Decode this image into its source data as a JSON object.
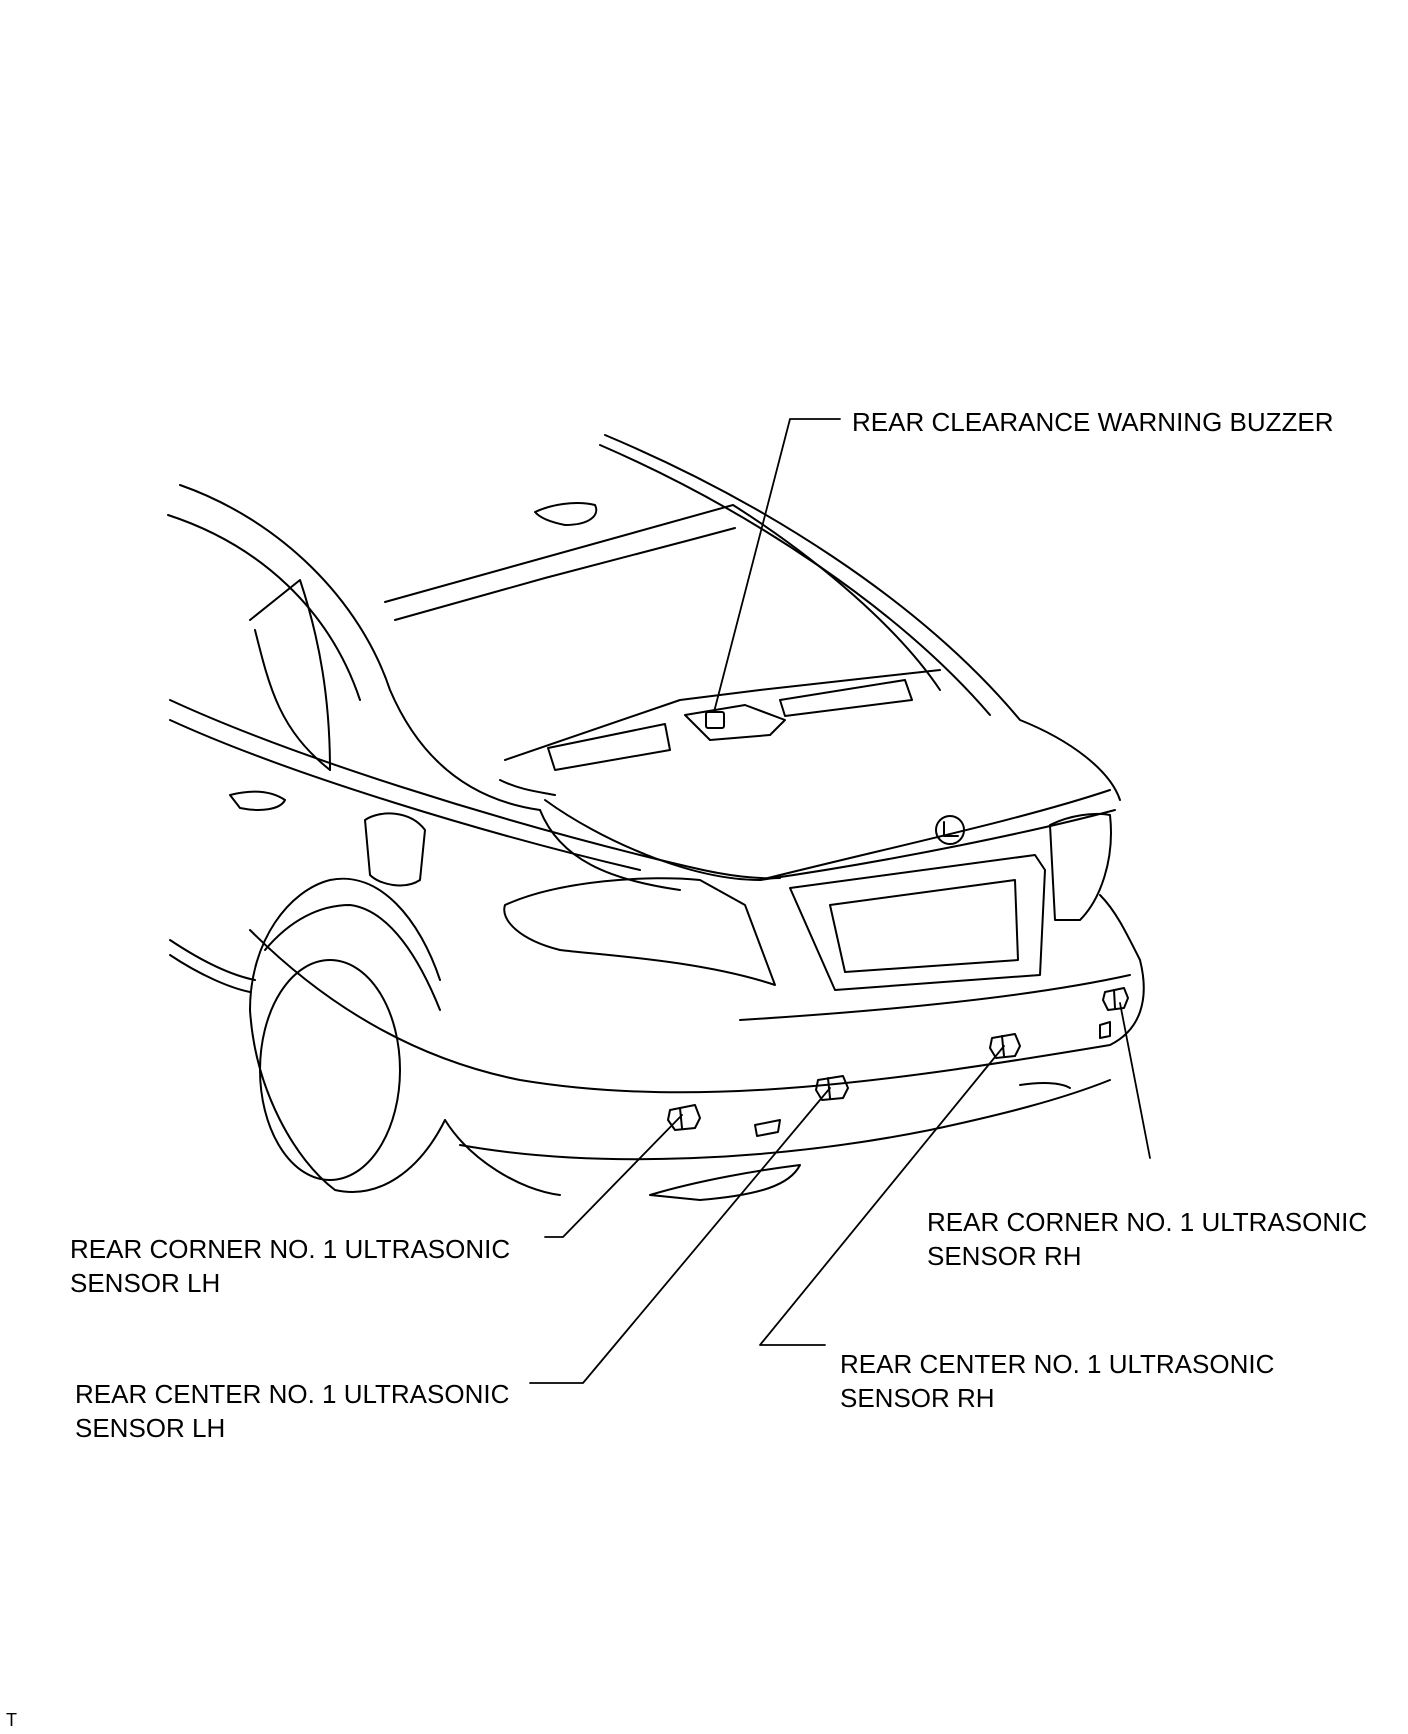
{
  "diagram": {
    "labels": {
      "buzzer": [
        "REAR CLEARANCE WARNING BUZZER"
      ],
      "corner_lh": [
        "REAR CORNER NO. 1 ULTRASONIC",
        "SENSOR LH"
      ],
      "center_lh": [
        "REAR CENTER NO. 1 ULTRASONIC",
        "SENSOR LH"
      ],
      "corner_rh": [
        "REAR CORNER NO. 1 ULTRASONIC",
        "SENSOR RH"
      ],
      "center_rh": [
        "REAR CENTER NO. 1 ULTRASONIC",
        "SENSOR RH"
      ]
    },
    "footer_code": "T"
  }
}
